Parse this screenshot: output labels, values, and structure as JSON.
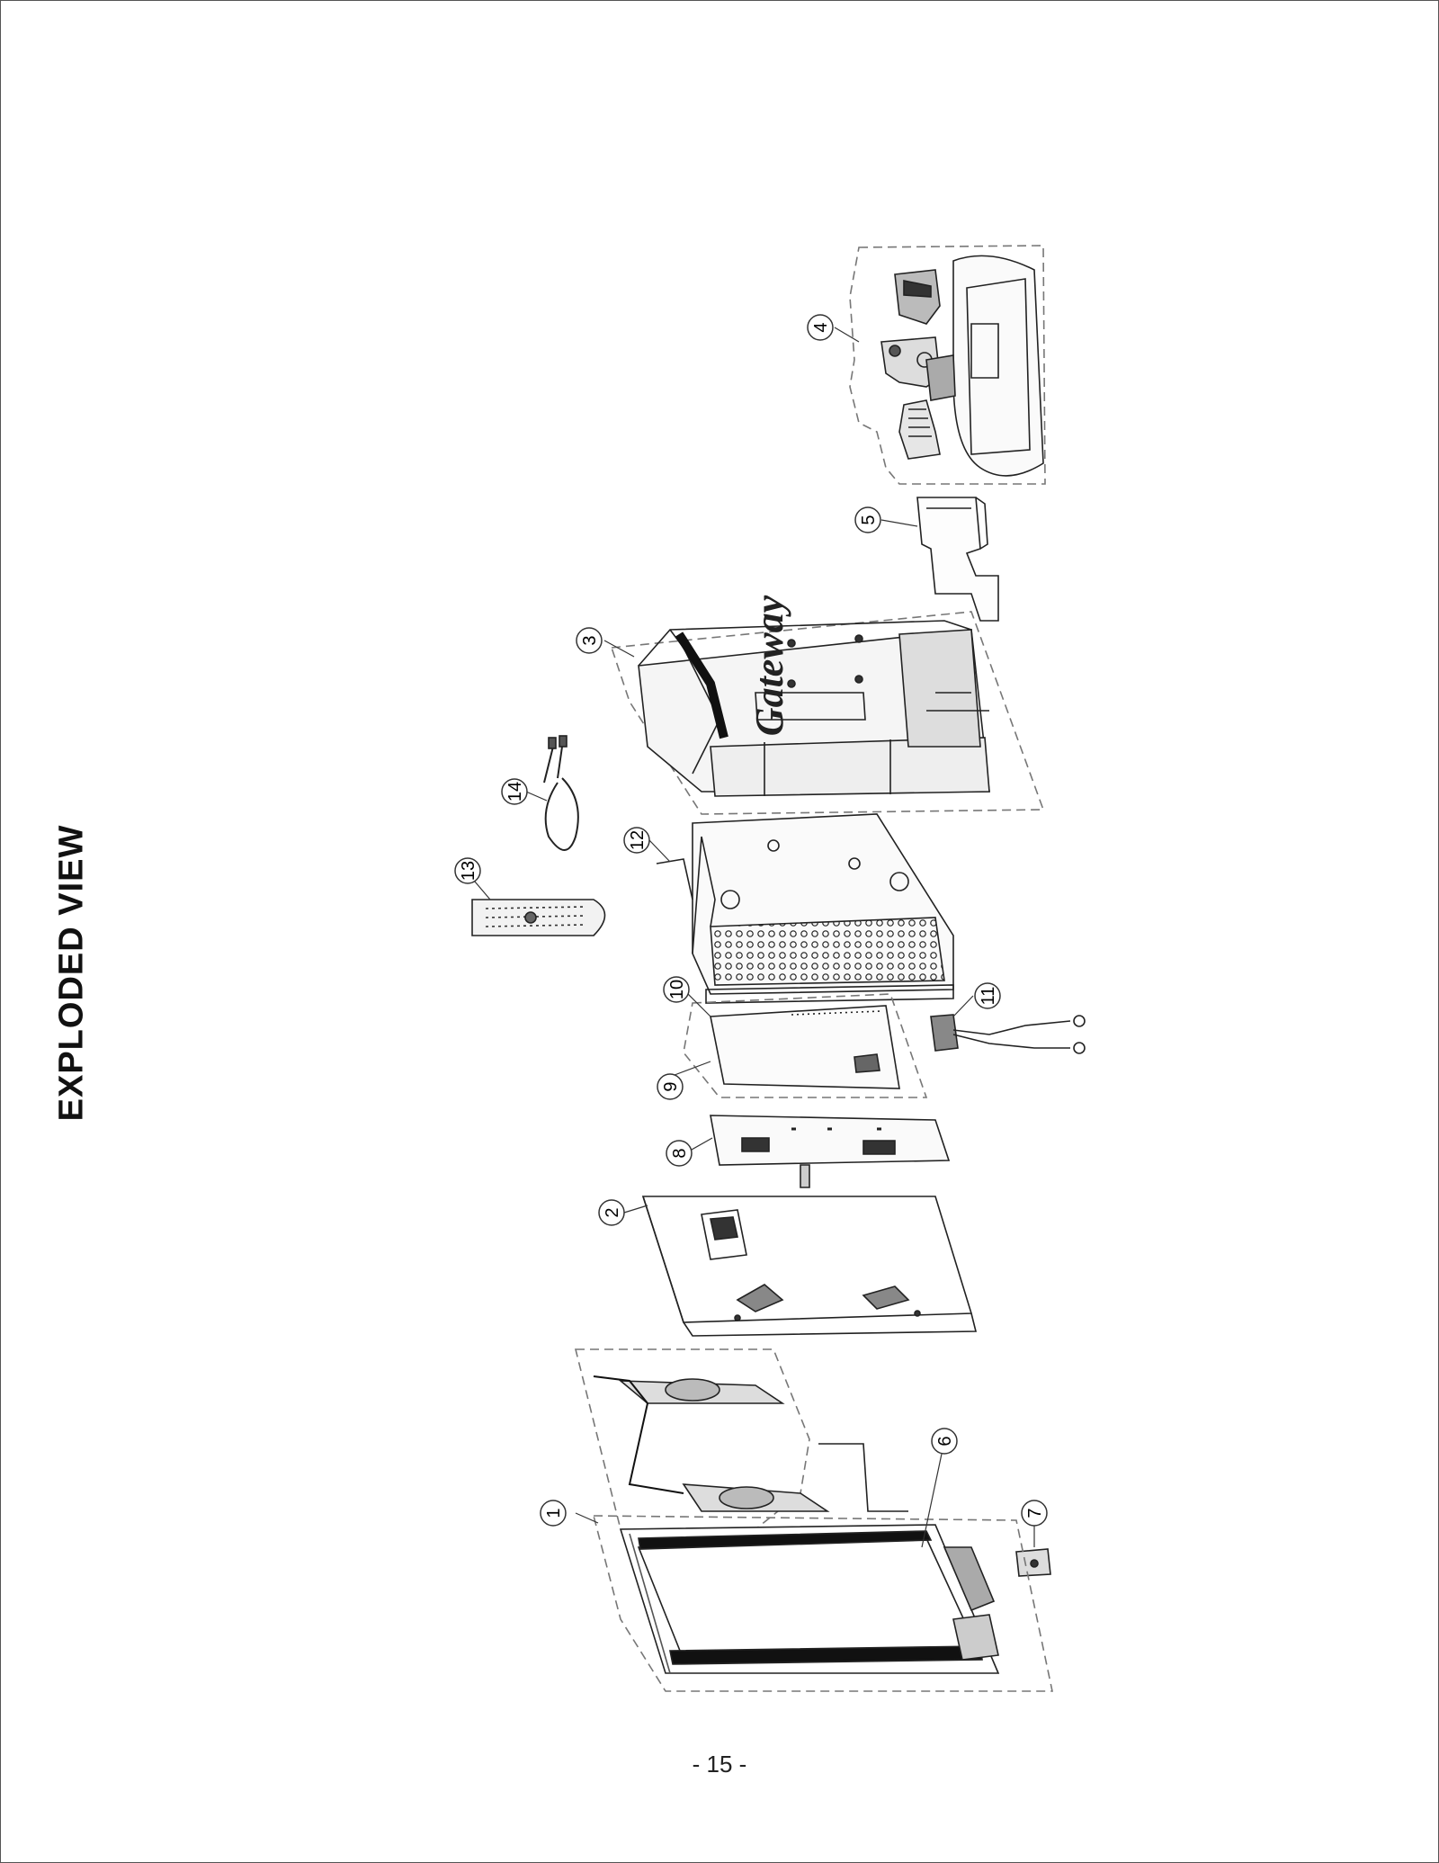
{
  "title": "EXPLODED VIEW",
  "page_number": "- 15 -",
  "brand_logo": "Gateway",
  "callouts": [
    {
      "id": "1",
      "label": "1"
    },
    {
      "id": "2",
      "label": "2"
    },
    {
      "id": "3",
      "label": "3"
    },
    {
      "id": "4",
      "label": "4"
    },
    {
      "id": "5",
      "label": "5"
    },
    {
      "id": "6",
      "label": "6"
    },
    {
      "id": "7",
      "label": "7"
    },
    {
      "id": "8",
      "label": "8"
    },
    {
      "id": "9",
      "label": "9"
    },
    {
      "id": "10",
      "label": "10"
    },
    {
      "id": "11",
      "label": "11"
    },
    {
      "id": "12",
      "label": "12"
    },
    {
      "id": "13",
      "label": "13"
    },
    {
      "id": "14",
      "label": "14"
    }
  ]
}
